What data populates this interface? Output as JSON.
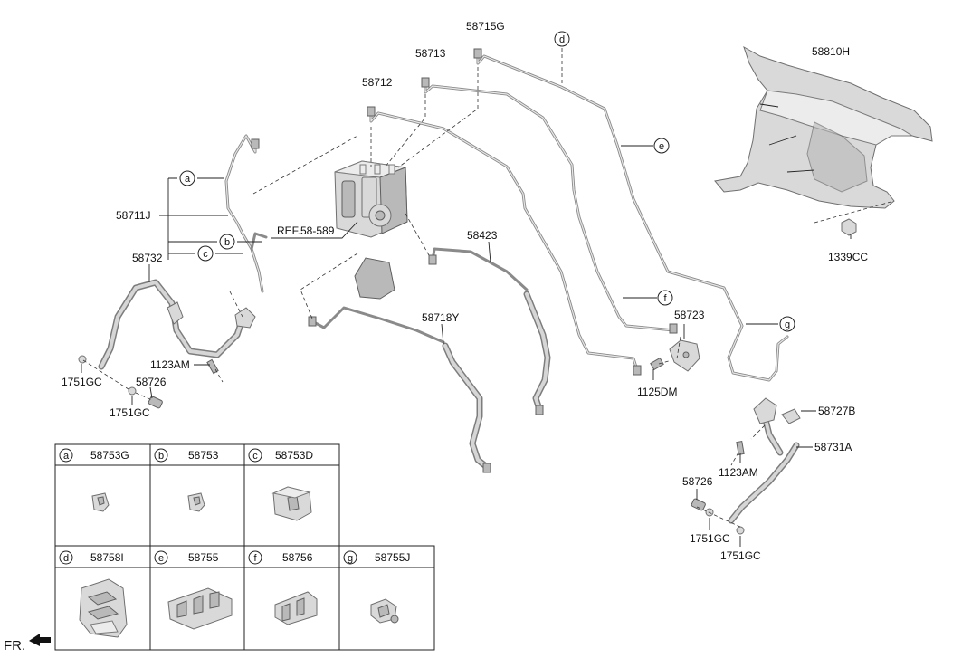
{
  "callouts": {
    "p58715G": "58715G",
    "p58713": "58713",
    "p58712": "58712",
    "p58810H": "58810H",
    "p58711J": "58711J",
    "p58732": "58732",
    "ref": "REF.58-589",
    "p58423": "58423",
    "p58718Y": "58718Y",
    "p58723": "58723",
    "p1125DM": "1125DM",
    "p1339CC": "1339CC",
    "p1123AM_a": "1123AM",
    "p1751GC_a": "1751GC",
    "p58726_a": "58726",
    "p1751GC_b": "1751GC",
    "p58727B": "58727B",
    "p58731A": "58731A",
    "p1123AM_b": "1123AM",
    "p58726_b": "58726",
    "p1751GC_c": "1751GC",
    "p1751GC_d": "1751GC"
  },
  "markers": {
    "a": "a",
    "b": "b",
    "c": "c",
    "d": "d",
    "e": "e",
    "f": "f",
    "g": "g"
  },
  "parts_table": {
    "row1": [
      {
        "letter": "a",
        "part": "58753G"
      },
      {
        "letter": "b",
        "part": "58753"
      },
      {
        "letter": "c",
        "part": "58753D"
      }
    ],
    "row2": [
      {
        "letter": "d",
        "part": "58758I"
      },
      {
        "letter": "e",
        "part": "58755"
      },
      {
        "letter": "f",
        "part": "58756"
      },
      {
        "letter": "g",
        "part": "58755J"
      }
    ]
  },
  "front": "FR."
}
